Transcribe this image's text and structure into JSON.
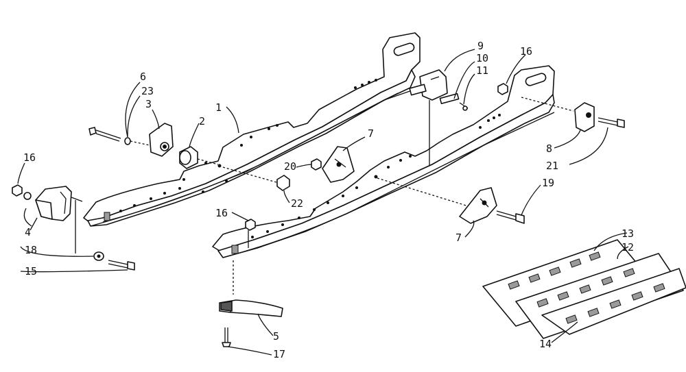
{
  "diagram": {
    "callouts": [
      {
        "id": "c1",
        "text": "1"
      },
      {
        "id": "c2",
        "text": "2"
      },
      {
        "id": "c3",
        "text": "3"
      },
      {
        "id": "c4",
        "text": "4"
      },
      {
        "id": "c5",
        "text": "5"
      },
      {
        "id": "c6",
        "text": "6"
      },
      {
        "id": "c7a",
        "text": "7"
      },
      {
        "id": "c7b",
        "text": "7"
      },
      {
        "id": "c8",
        "text": "8"
      },
      {
        "id": "c9",
        "text": "9"
      },
      {
        "id": "c10",
        "text": "10"
      },
      {
        "id": "c11",
        "text": "11"
      },
      {
        "id": "c12",
        "text": "12"
      },
      {
        "id": "c13",
        "text": "13"
      },
      {
        "id": "c14",
        "text": "14"
      },
      {
        "id": "c15",
        "text": "15"
      },
      {
        "id": "c16a",
        "text": "16"
      },
      {
        "id": "c16b",
        "text": "16"
      },
      {
        "id": "c16c",
        "text": "16"
      },
      {
        "id": "c17",
        "text": "17"
      },
      {
        "id": "c18",
        "text": "18"
      },
      {
        "id": "c19",
        "text": "19"
      },
      {
        "id": "c20",
        "text": "20"
      },
      {
        "id": "c21",
        "text": "21"
      },
      {
        "id": "c22",
        "text": "22"
      },
      {
        "id": "c23",
        "text": "23"
      }
    ]
  }
}
